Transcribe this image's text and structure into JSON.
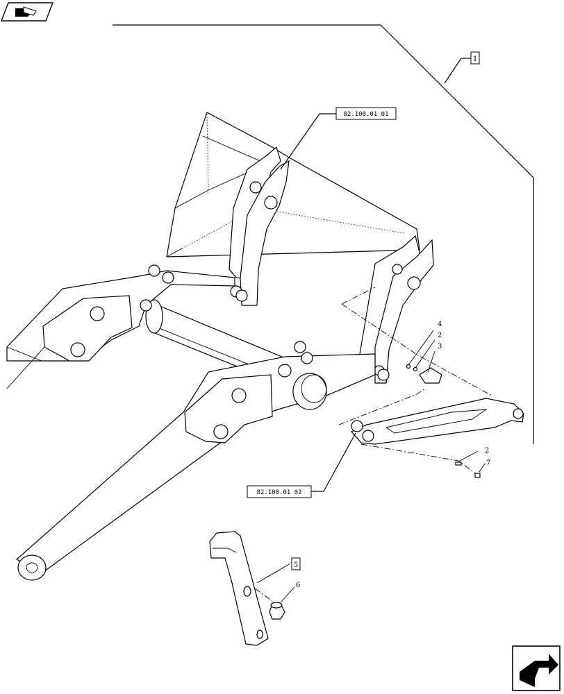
{
  "callouts": {
    "item_1": "1",
    "ref_top": "82.100.01 01",
    "ref_bottom": "82.100.01 02",
    "item_2a": "2",
    "item_2b": "2",
    "item_3": "3",
    "item_4": "4",
    "item_5": "5",
    "item_6": "6",
    "item_7": "7"
  },
  "icons": {
    "top_left": "book-arrow-icon",
    "bottom_right": "next-page-arrow-icon"
  }
}
